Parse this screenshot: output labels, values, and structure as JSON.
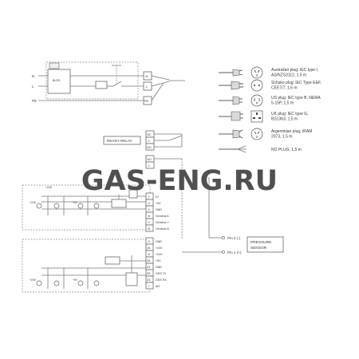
{
  "watermark": "GAS-ENG.RU",
  "power": {
    "line_labels": [
      "N",
      "L",
      "PE"
    ],
    "block_label": "BLDS",
    "terminal_labels": [
      "N",
      "L",
      "PE"
    ]
  },
  "plugs": [
    {
      "desc": "Australian plug: IEC type I,",
      "desc2": "AS/NZS3112, 1,5 m"
    },
    {
      "desc": "Schuko plug: IEC Type E&F,",
      "desc2": "CEE7/7, 1,5 m"
    },
    {
      "desc": "US plug: IEC type B, NEMA",
      "desc2": "5-15P, 1,5 m"
    },
    {
      "desc": "UK plug: IEC type G,",
      "desc2": "BS1363, 1,5 m"
    },
    {
      "desc": "Argentinian plug, IRAM",
      "desc2": "2073, 1,5 m"
    },
    {
      "desc": "NO PLUG, 1,5 m",
      "desc2": ""
    }
  ],
  "relay": {
    "label": "READY RELAY",
    "terminals": [
      "NC",
      "C",
      "NO"
    ],
    "lower_terminals": [
      "NO",
      "C"
    ]
  },
  "terminal_block_top": {
    "pins": [
      "2",
      "3",
      "4",
      "A",
      "Y",
      "B"
    ],
    "labels": [
      "DI",
      "+5V",
      "GND",
      "Genibus A",
      "Genibus Y",
      "Genibus B"
    ]
  },
  "terminal_block_bottom": {
    "pins": [
      "5",
      "15",
      "8",
      "26",
      "23",
      "25",
      "24",
      "7"
    ],
    "labels": [
      "GND",
      "+24V",
      "+24V",
      "+5V",
      "GND",
      "GDS TX",
      "GDS RX",
      "AI2"
    ]
  },
  "sensor": {
    "label_line1": "PRESSURE",
    "label_line2": "SENSOR",
    "pin2": "Pin 2 (-)",
    "pin1": "Pin 1 (+)"
  },
  "supply_labels": {
    "v24": "+24V",
    "v24_small": "+24V",
    "v5": "+5V"
  },
  "colors": {
    "line": "#7a7a7a",
    "text": "#3a3a3a",
    "watermark": "#505050"
  }
}
